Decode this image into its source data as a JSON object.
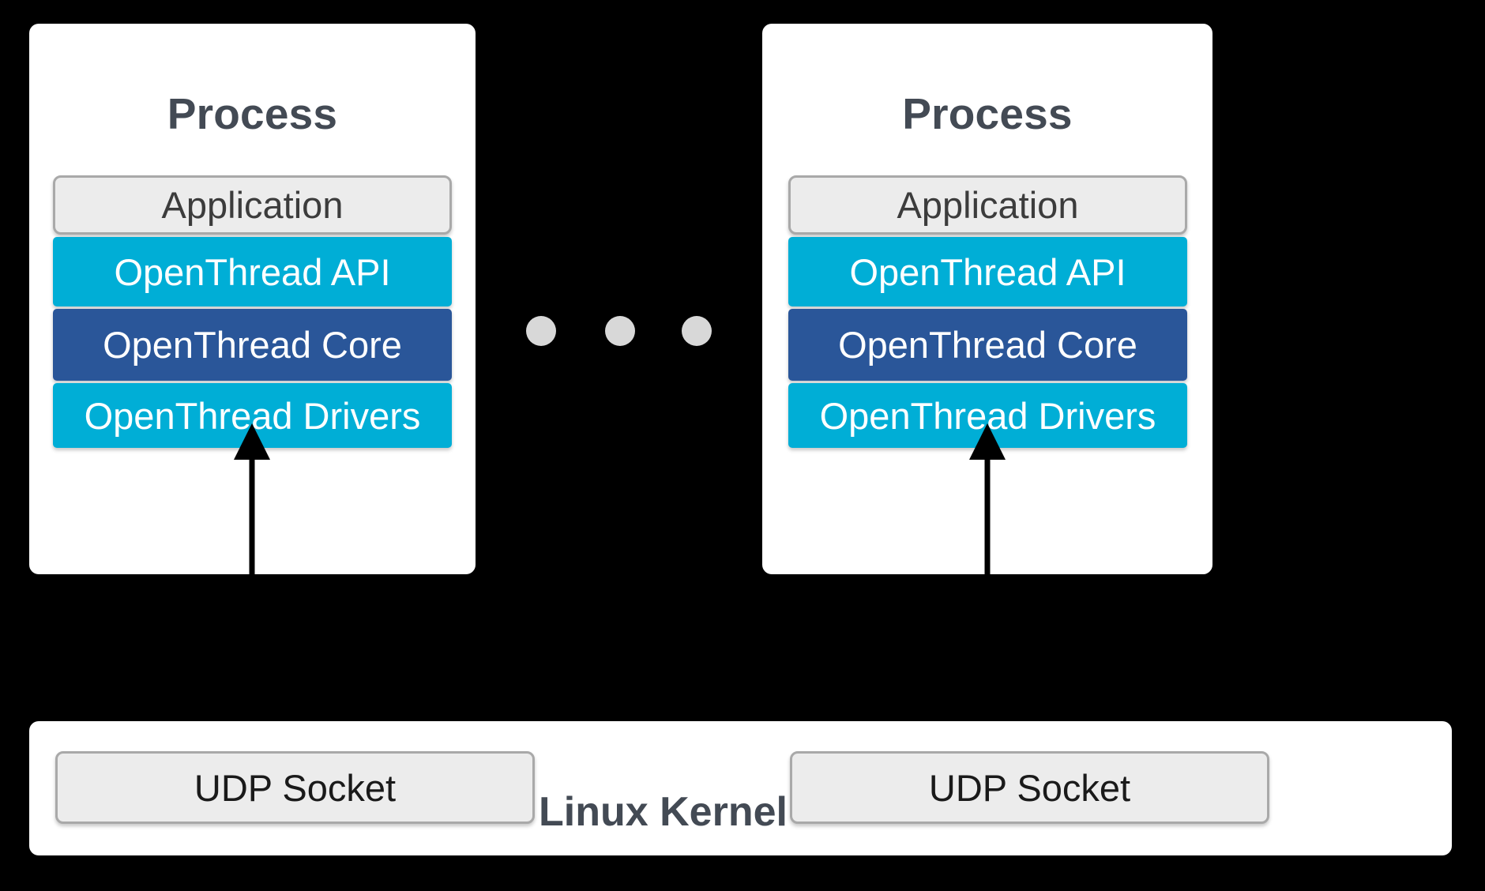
{
  "diagram": {
    "background_color": "#000000",
    "processes": [
      {
        "title": "Process",
        "layers": [
          {
            "label": "Application",
            "color": "#ececec",
            "text_color": "#3c3c3c"
          },
          {
            "label": "OpenThread API",
            "color": "#00aed6",
            "text_color": "#ffffff"
          },
          {
            "label": "OpenThread Core",
            "color": "#2a5699",
            "text_color": "#ffffff"
          },
          {
            "label": "OpenThread Drivers",
            "color": "#00aed6",
            "text_color": "#ffffff"
          }
        ]
      },
      {
        "title": "Process",
        "layers": [
          {
            "label": "Application",
            "color": "#ececec",
            "text_color": "#3c3c3c"
          },
          {
            "label": "OpenThread API",
            "color": "#00aed6",
            "text_color": "#ffffff"
          },
          {
            "label": "OpenThread Core",
            "color": "#2a5699",
            "text_color": "#ffffff"
          },
          {
            "label": "OpenThread Drivers",
            "color": "#00aed6",
            "text_color": "#ffffff"
          }
        ]
      }
    ],
    "ellipsis": {
      "dot_color": "#d8d8d8",
      "dot_count": 3
    },
    "kernel": {
      "title": "Linux Kernel",
      "title_color": "#434a54",
      "sockets": [
        {
          "label": "UDP Socket"
        },
        {
          "label": "UDP Socket"
        }
      ]
    },
    "connectors": [
      {
        "from": "UDP Socket",
        "to": "OpenThread Drivers",
        "direction": "up",
        "color": "#000000"
      },
      {
        "from": "UDP Socket",
        "to": "OpenThread Drivers",
        "direction": "up",
        "color": "#000000"
      }
    ]
  }
}
